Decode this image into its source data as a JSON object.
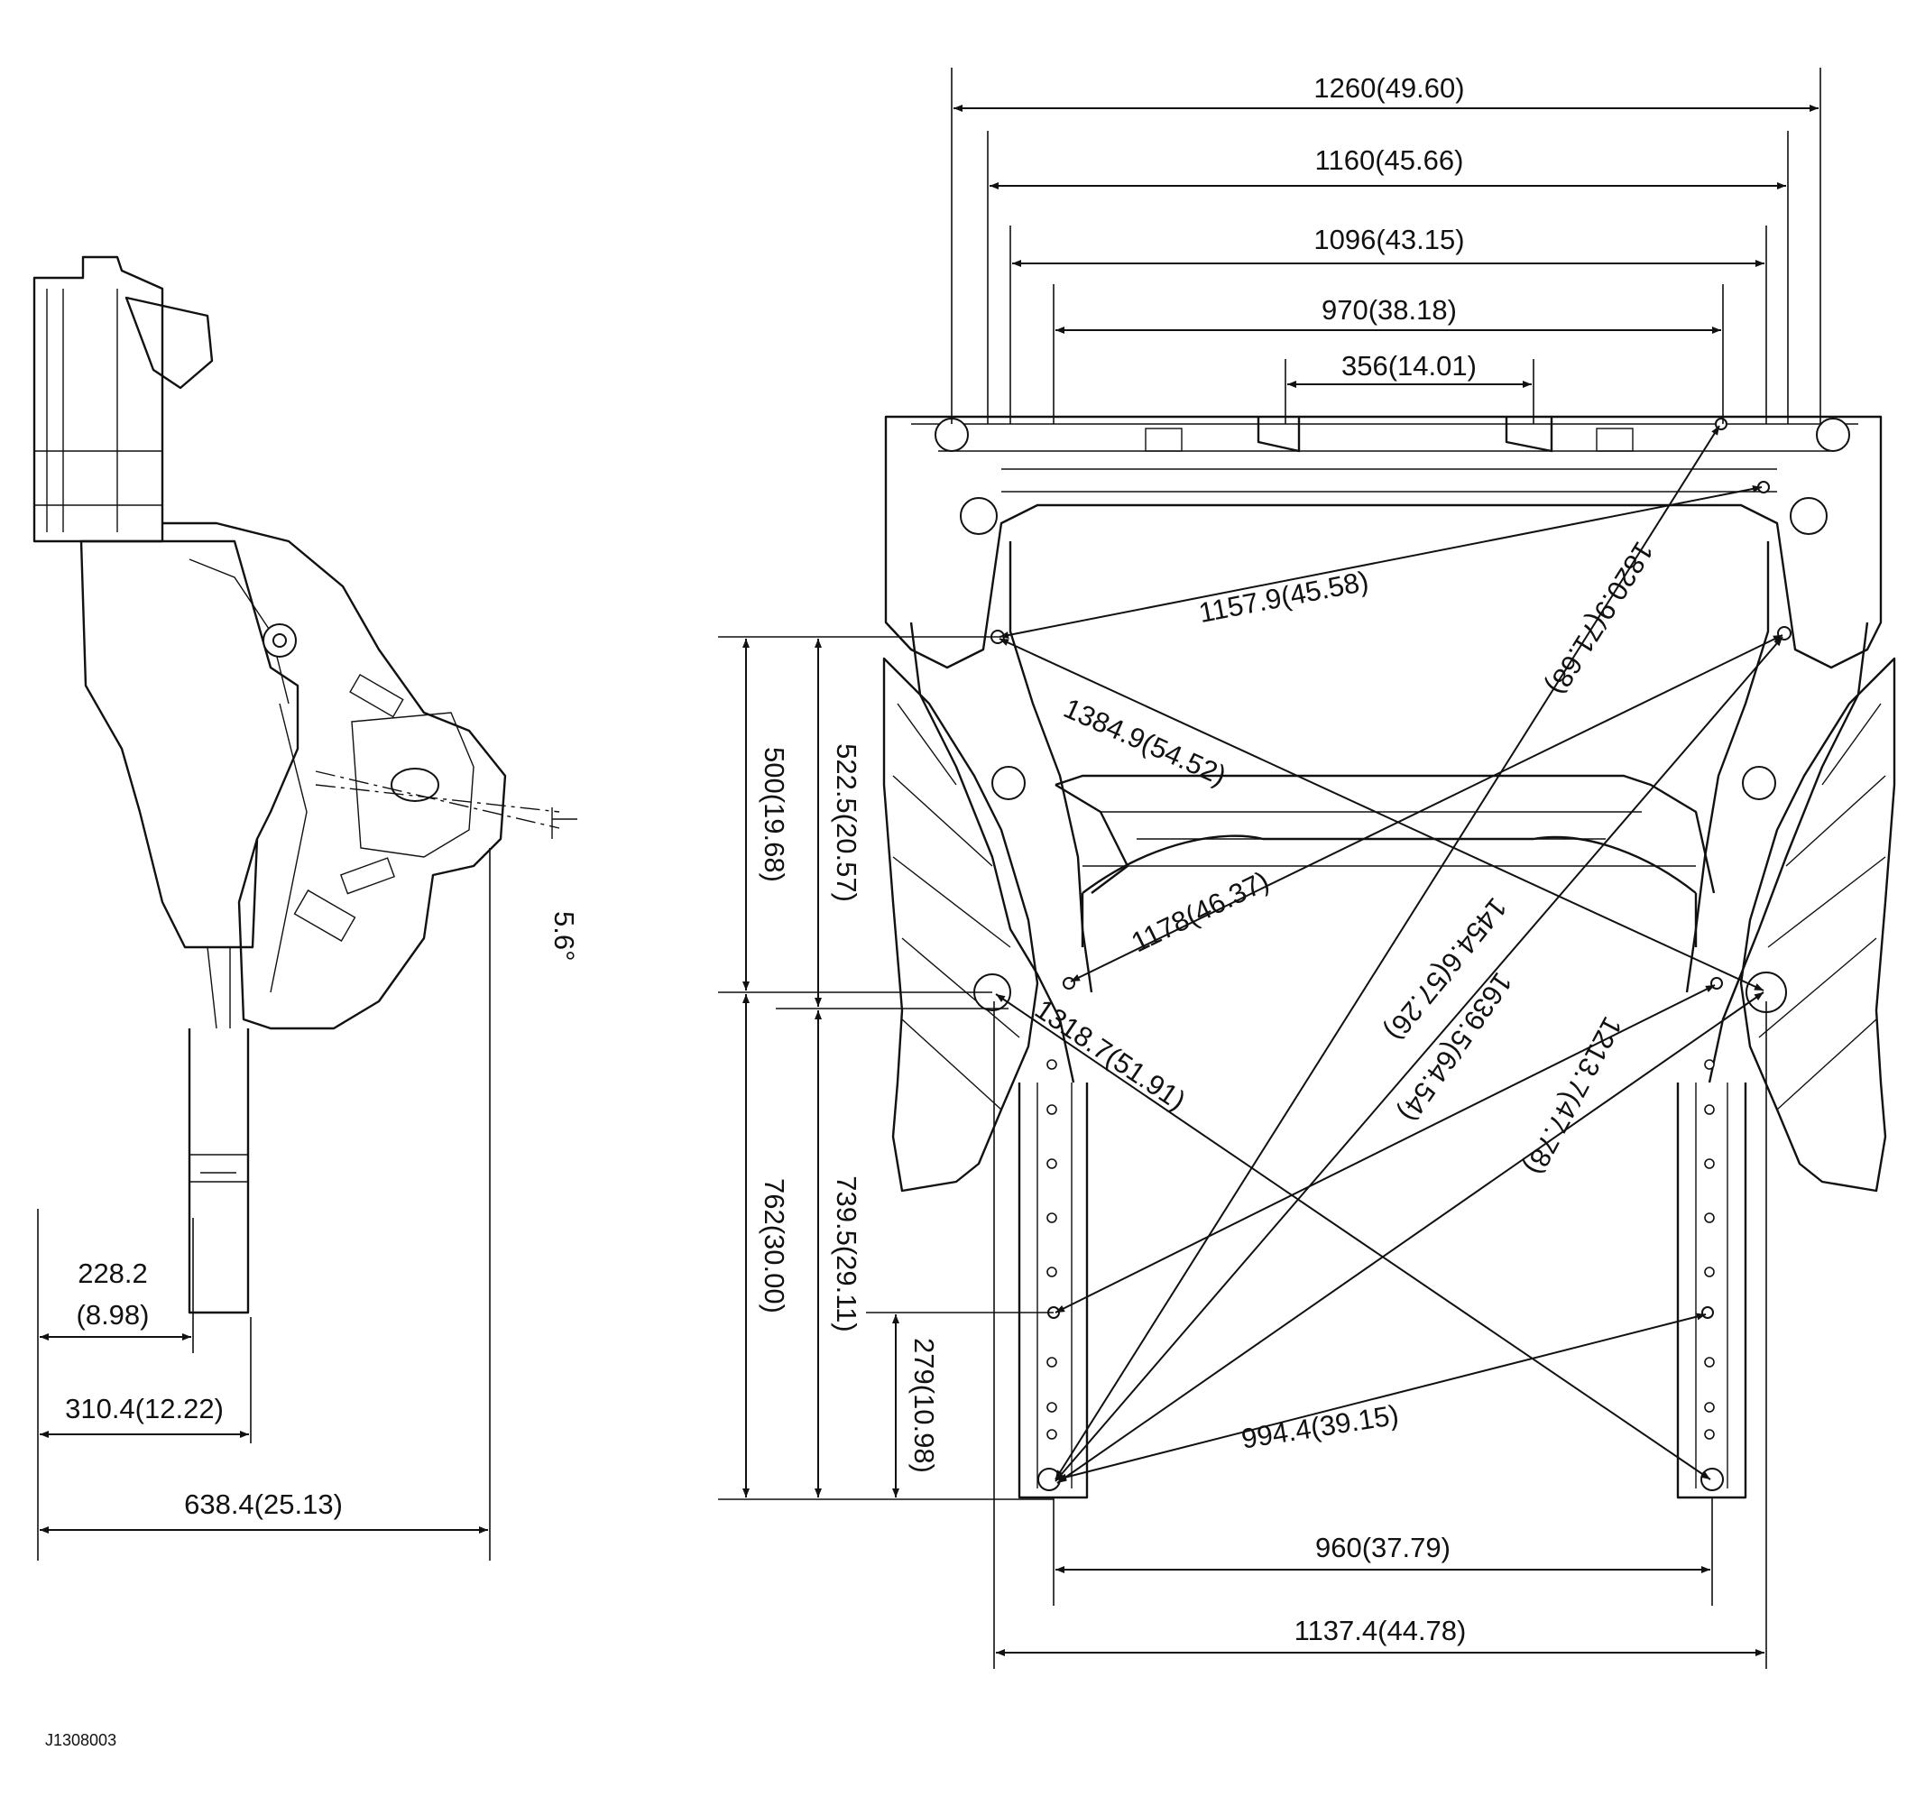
{
  "diagram_code": "J1308003",
  "side_view": {
    "angle": "5.6°",
    "dim_228": "228.2",
    "dim_228_in": "(8.98)",
    "dim_310": "310.4(12.22)",
    "dim_638": "638.4(25.13)"
  },
  "top_view": {
    "width_dims": {
      "d1260": "1260(49.60)",
      "d1160": "1160(45.66)",
      "d1096": "1096(43.15)",
      "d970": "970(38.18)",
      "d356": "356(14.01)",
      "d960": "960(37.79)",
      "d1137": "1137.4(44.78)"
    },
    "diagonal_dims": {
      "d1157": "1157.9(45.58)",
      "d1820": "1820.9(71.68)",
      "d1384": "1384.9(54.52)",
      "d1178": "1178(46.37)",
      "d1454": "1454.6(57.26)",
      "d1639": "1639.5(64.54)",
      "d1318": "1318.7(51.91)",
      "d1213": "1213.7(47.78)",
      "d994": "994.4(39.15)"
    },
    "vertical_dims": {
      "d500": "500(19.68)",
      "d522": "522.5(20.57)",
      "d762": "762(30.00)",
      "d739": "739.5(29.11)",
      "d279": "279(10.98)"
    }
  }
}
